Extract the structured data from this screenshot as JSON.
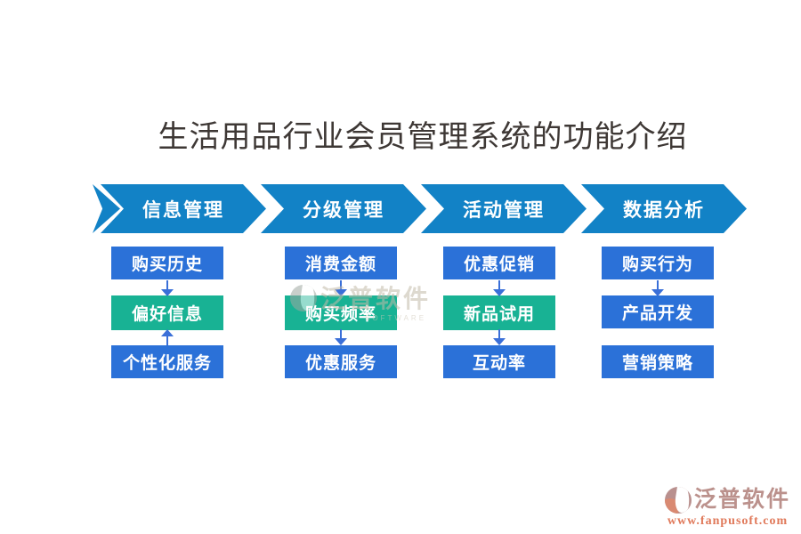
{
  "title": "生活用品行业会员管理系统的功能介绍",
  "columns": [
    {
      "header": "信息管理",
      "boxes": [
        {
          "label": "购买历史",
          "variant": "blue"
        },
        {
          "label": "偏好信息",
          "variant": "teal"
        },
        {
          "label": "个性化服务",
          "variant": "blue"
        }
      ],
      "flow": [
        "down",
        "up"
      ]
    },
    {
      "header": "分级管理",
      "boxes": [
        {
          "label": "消费金额",
          "variant": "blue"
        },
        {
          "label": "购买频率",
          "variant": "teal"
        },
        {
          "label": "优惠服务",
          "variant": "blue"
        }
      ],
      "flow": [
        "down",
        "down"
      ]
    },
    {
      "header": "活动管理",
      "boxes": [
        {
          "label": "优惠促销",
          "variant": "blue"
        },
        {
          "label": "新品试用",
          "variant": "teal"
        },
        {
          "label": "互动率",
          "variant": "blue"
        }
      ],
      "flow": [
        "down",
        "down"
      ]
    },
    {
      "header": "数据分析",
      "boxes": [
        {
          "label": "购买行为",
          "variant": "blue"
        },
        {
          "label": "产品开发",
          "variant": "blue"
        },
        {
          "label": "营销策略",
          "variant": "blue"
        }
      ],
      "flow": [
        "down",
        "none"
      ]
    }
  ],
  "watermarks": {
    "center": {
      "brand": "泛普软件",
      "subtext": "SOFTWARE"
    },
    "footer": {
      "brand": "泛普软件",
      "url": "www.fanpusoft.com"
    }
  },
  "colors": {
    "banner_blue": "#1282C6",
    "box_blue": "#2B71D8",
    "box_teal": "#18B294",
    "arrow_blue": "#3A6FD8",
    "title_text": "#3E3835",
    "watermark_salmon": "#E0795A",
    "watermark_rose": "#BB918C"
  }
}
